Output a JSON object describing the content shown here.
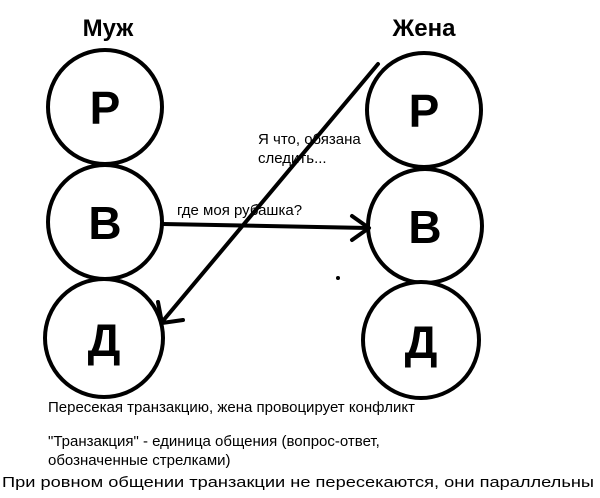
{
  "columns": {
    "left": {
      "title": "Муж",
      "states": [
        "Р",
        "В",
        "Д"
      ]
    },
    "right": {
      "title": "Жена",
      "states": [
        "Р",
        "В",
        "Д"
      ]
    }
  },
  "arrows": {
    "husband_to_wife": {
      "from": "Муж В",
      "to": "Жена В",
      "label": "где моя рубашка?"
    },
    "wife_to_husband": {
      "from": "Жена Р",
      "to": "Муж Д",
      "label_line1": "Я что, обязана",
      "label_line2": "следить..."
    }
  },
  "captions": {
    "line1": "Пересекая транзакцию, жена провоцирует конфликт",
    "line2": "\"Транзакция\" - единица общения (вопрос-ответ,",
    "line3": "обозначенные стрелками)",
    "line4": "При ровном общении транзакции не пересекаются, они параллельны"
  }
}
